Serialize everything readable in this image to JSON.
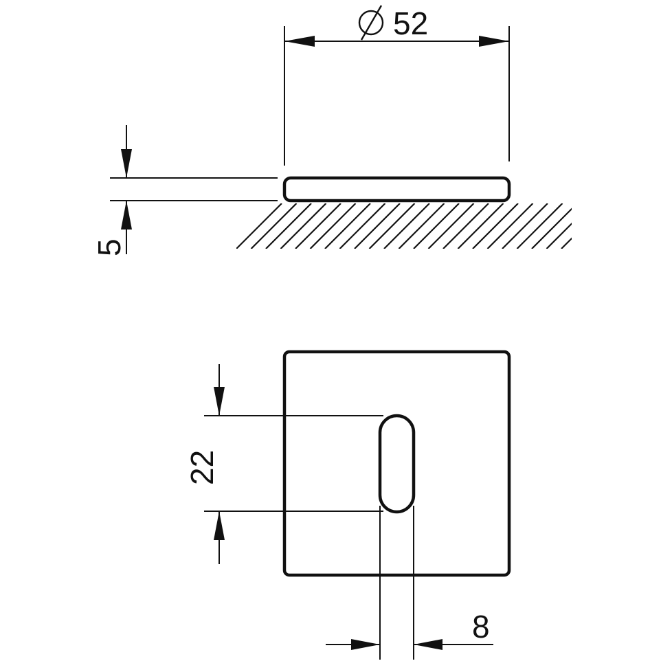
{
  "dimensions": {
    "diameter": {
      "symbol": "∅",
      "value": "52"
    },
    "thickness": {
      "value": "5"
    },
    "slot_height": {
      "value": "22"
    },
    "slot_width": {
      "value": "8"
    }
  },
  "colors": {
    "line": "#111111",
    "background": "#ffffff"
  }
}
